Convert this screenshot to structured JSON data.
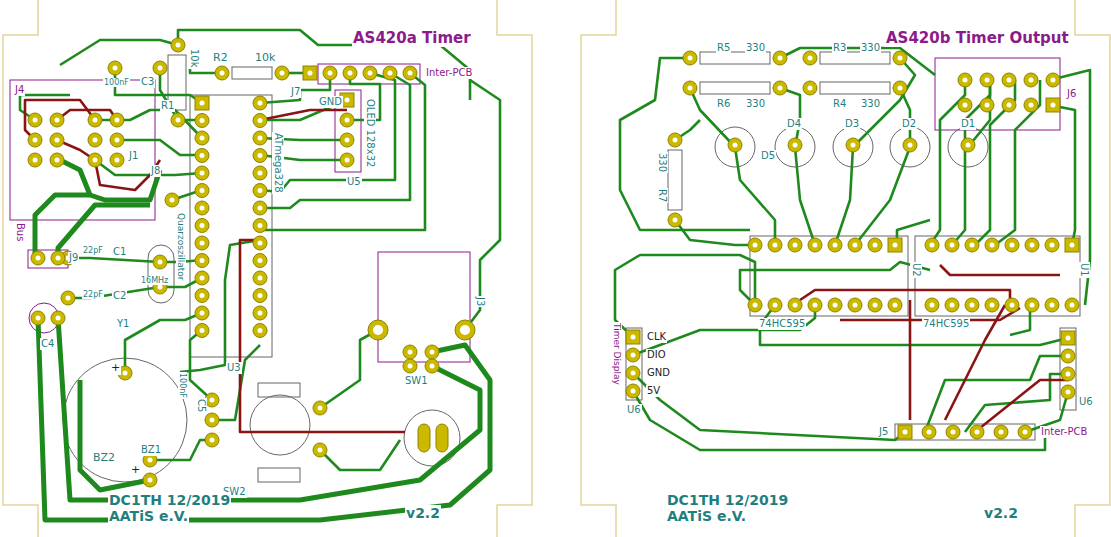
{
  "diagram": {
    "labels": [
      "AS420a Timer",
      "100nF",
      "C3",
      "R1",
      "10k",
      "R2",
      "10k",
      "J7",
      "Inter-PCB",
      "GND",
      "ATmega328",
      "OLED 128x32",
      "U5",
      "J4",
      "J1",
      "J8",
      "Bus",
      "J9",
      "C4",
      "22pF",
      "C1",
      "22pF",
      "C2",
      "16MHz",
      "Y1",
      "Quarzoszillator",
      "BZ2",
      "+",
      "BZ1",
      "+",
      "U3",
      "C5",
      "100nF",
      "SW2",
      "SW1",
      "J3",
      "DC1TH 12/2019",
      "AATiS e.V.",
      "v2.2",
      "AS420b Timer Output",
      "R5",
      "330",
      "R3",
      "330",
      "R6",
      "330",
      "R4",
      "330",
      "R7",
      "330",
      "D5",
      "D4",
      "D3",
      "D2",
      "D1",
      "J6",
      "U2",
      "U1",
      "74HC595",
      "74HC595",
      "CLK",
      "DIO",
      "GND",
      "5V",
      "Timer Display",
      "U6",
      "U6",
      "J5",
      "Inter-PCB",
      "DC1TH 12/2019",
      "AATiS e.V.",
      "v2.2"
    ]
  }
}
